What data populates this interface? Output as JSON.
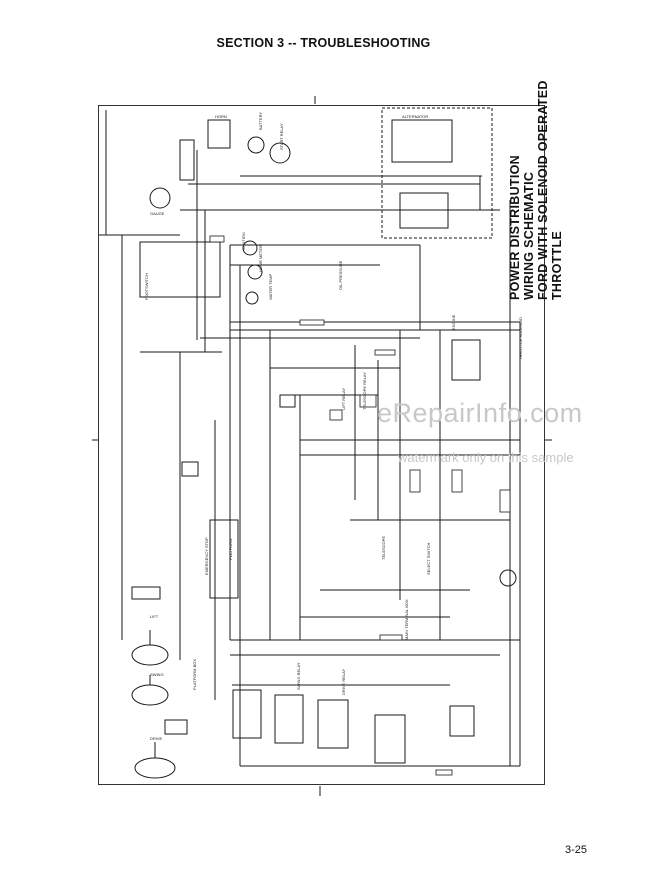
{
  "header": {
    "section_title": "SECTION 3 -- TROUBLESHOOTING"
  },
  "diagram": {
    "title_lines": [
      "POWER DISTRIBUTION",
      "WIRING SCHEMATIC",
      "FORD WITH SOLENOID OPERATED",
      "THROTTLE"
    ],
    "labels": {
      "platform": "PLATFORM",
      "main_terminal_box": "MAIN TERMINAL BOX",
      "engine": "ENGINE",
      "start_relay": "START RELAY",
      "select_switch": "SELECT SWITCH",
      "ignition": "IGNITION",
      "telescope": "TELESCOPE",
      "lift_relay": "LIFT RELAY",
      "telescope_relay": "TELESCOPE RELAY",
      "swing_relay": "SWING RELAY",
      "drive_relay": "DRIVE RELAY",
      "battery": "BATTERY",
      "horn": "HORN",
      "gauge": "GAUGE",
      "alternator": "ALTERNATOR",
      "oil_pressure": "OIL PRESSURE",
      "water_temp": "WATER TEMP",
      "hour_meter": "HOUR METER",
      "throttle_solenoid": "THROTTLE SOLENOID",
      "platform_box": "PLATFORM BOX",
      "lift": "LIFT",
      "swing": "SWING",
      "drive": "DRIVE",
      "emergency_stop": "EMERGENCY STOP",
      "footswitch": "FOOTSWITCH"
    }
  },
  "watermark": {
    "line1": "eRepairInfo.com",
    "line2": "watermark only on this sample"
  },
  "footer": {
    "page_number": "3-25"
  }
}
